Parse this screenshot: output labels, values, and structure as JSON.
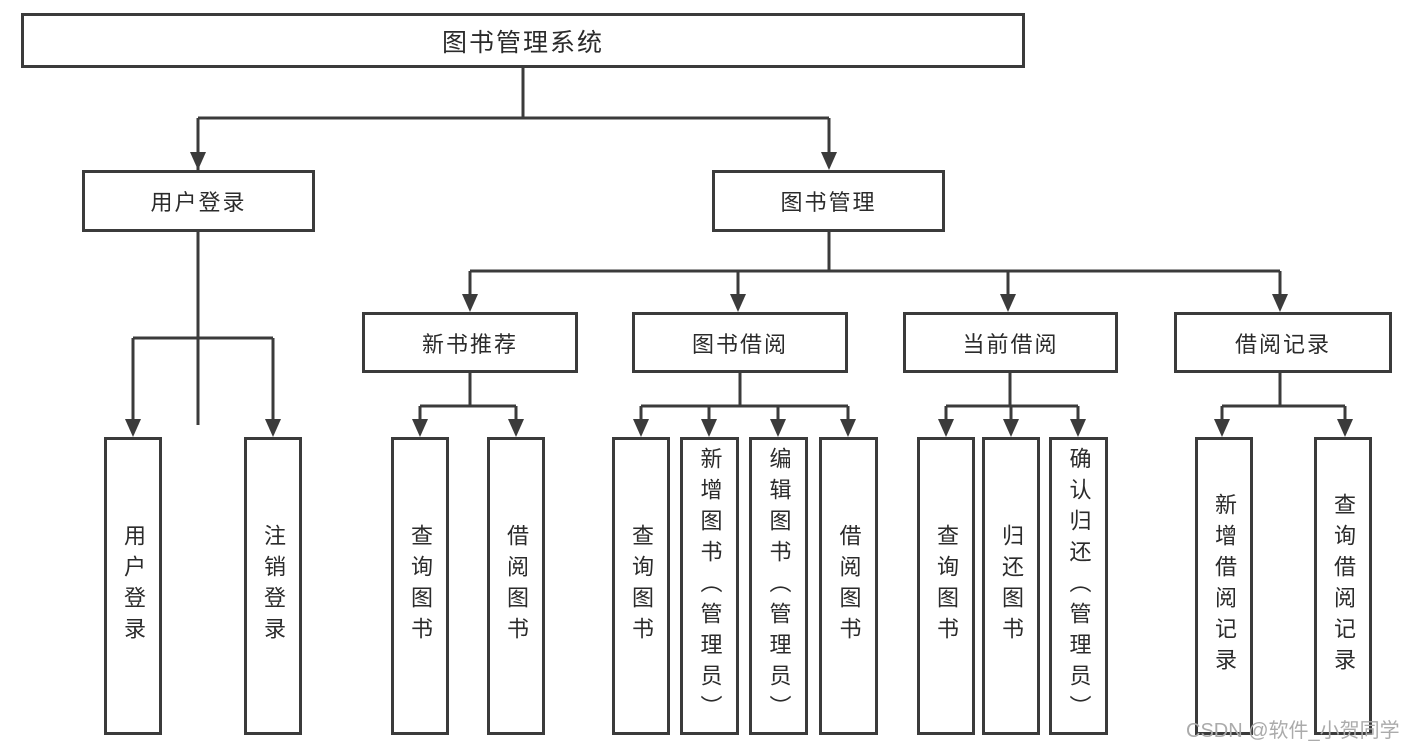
{
  "diagram": {
    "title": "图书管理系统",
    "colors": {
      "stroke": "#3b3b3b",
      "text": "#2b2b2b",
      "background": "#ffffff",
      "watermark": "#ababab"
    },
    "root": {
      "label": "图书管理系统"
    },
    "level2": [
      {
        "label": "用户登录"
      },
      {
        "label": "图书管理"
      }
    ],
    "level3": [
      {
        "label": "新书推荐"
      },
      {
        "label": "图书借阅"
      },
      {
        "label": "当前借阅"
      },
      {
        "label": "借阅记录"
      }
    ],
    "leaves": {
      "user_login": [
        {
          "label": "用户登录"
        },
        {
          "label": "注销登录"
        }
      ],
      "new_book": [
        {
          "label": "查询图书"
        },
        {
          "label": "借阅图书"
        }
      ],
      "book_borrow": [
        {
          "label": "查询图书"
        },
        {
          "label": "新增图书（管理员）"
        },
        {
          "label": "编辑图书（管理员）"
        },
        {
          "label": "借阅图书"
        }
      ],
      "current_borrow": [
        {
          "label": "查询图书"
        },
        {
          "label": "归还图书"
        },
        {
          "label": "确认归还（管理员）"
        }
      ],
      "borrow_record": [
        {
          "label": "新增借阅记录"
        },
        {
          "label": "查询借阅记录"
        }
      ]
    },
    "watermark": "CSDN @软件_小贺同学"
  }
}
